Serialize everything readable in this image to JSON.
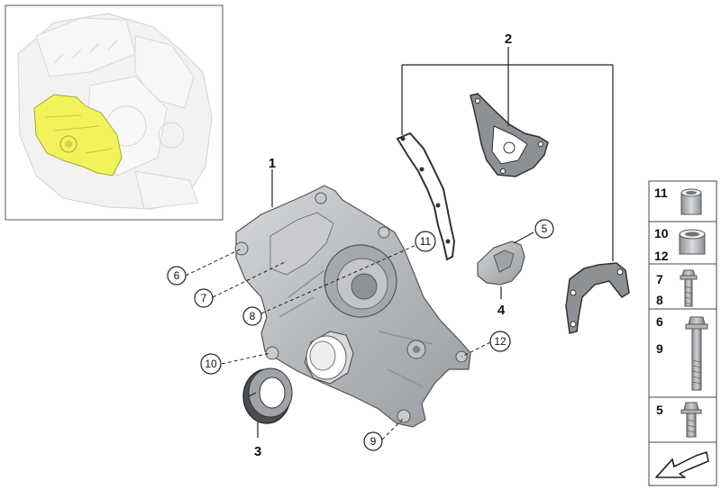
{
  "diagram": {
    "part_labels": {
      "p1": "1",
      "p2": "2",
      "p3": "3",
      "p4": "4"
    },
    "callouts": {
      "c5": "5",
      "c6": "6",
      "c7": "7",
      "c8": "8",
      "c9": "9",
      "c10": "10",
      "c11": "11",
      "c12": "12"
    },
    "legend": {
      "rows": [
        {
          "top": "11",
          "bottom": "",
          "icon": "sleeve-bushing-icon"
        },
        {
          "top": "10",
          "bottom": "12",
          "icon": "wide-sleeve-icon"
        },
        {
          "top": "7",
          "bottom": "8",
          "icon": "long-bolt-icon"
        },
        {
          "top": "6",
          "bottom": "9",
          "icon": "flange-bolt-icon"
        },
        {
          "top": "5",
          "bottom": "",
          "icon": "short-bolt-icon"
        }
      ],
      "nav_icon": "arrow-navigation-icon"
    },
    "colors": {
      "highlight": "#f2f25a",
      "casting": "#b8bbbf",
      "gasket": "#8d9094",
      "outline": "#444444"
    }
  }
}
